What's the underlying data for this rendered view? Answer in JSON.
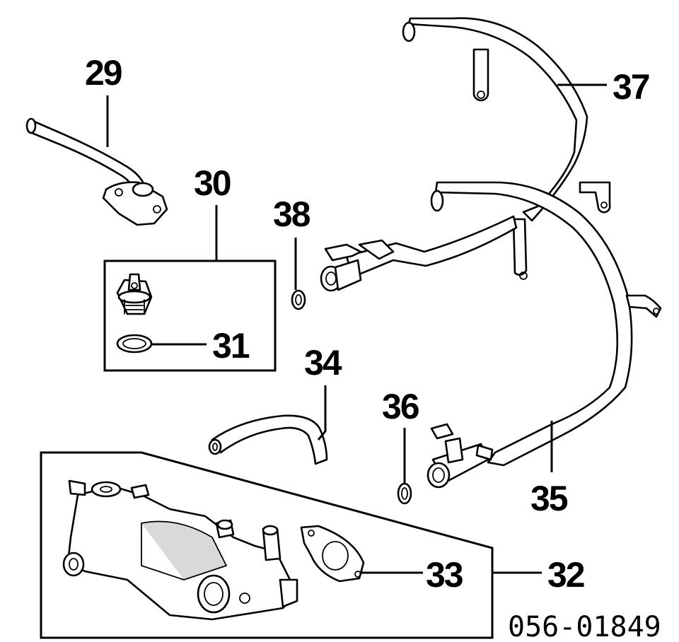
{
  "callouts": {
    "p29": "29",
    "p30": "30",
    "p31": "31",
    "p32": "32",
    "p33": "33",
    "p34": "34",
    "p35": "35",
    "p36": "36",
    "p37": "37",
    "p38": "38"
  },
  "diagram_code": "056-01849",
  "colors": {
    "ink": "#000000",
    "paper": "#ffffff"
  }
}
